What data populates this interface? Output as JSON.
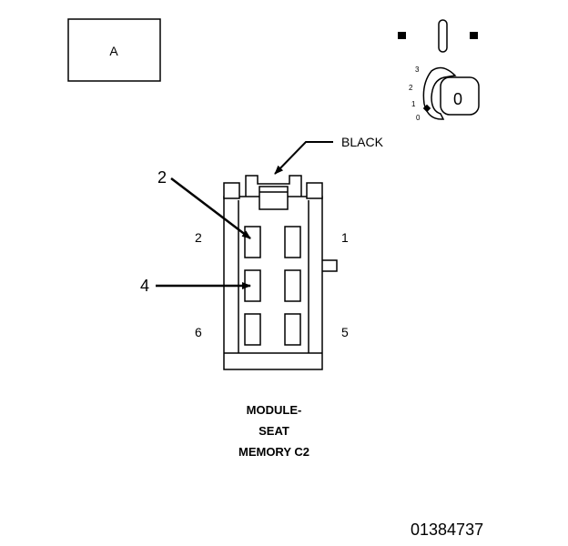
{
  "view_box_label": "A",
  "wire_color_label": "BLACK",
  "callouts": [
    "2",
    "4"
  ],
  "pin_labels": {
    "top_left": "2",
    "top_right": "1",
    "bottom_left": "6",
    "bottom_right": "5"
  },
  "key_symbol": {
    "positions": [
      "3",
      "2",
      "1",
      "0"
    ],
    "key_digit": "0"
  },
  "connector_title": [
    "MODULE-",
    "SEAT",
    "MEMORY C2"
  ],
  "figure_id": "01384737"
}
